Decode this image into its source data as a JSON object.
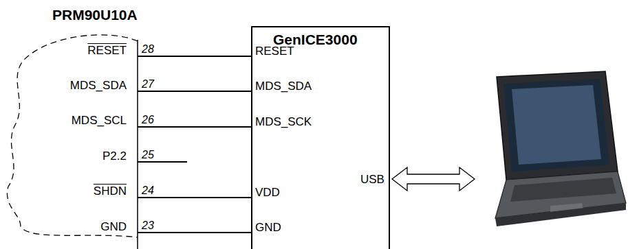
{
  "diagram": {
    "nodes": [
      {
        "text": [
          "PRM90U10A"
        ]
      },
      {
        "text": [
          "GenICE3000"
        ]
      }
    ],
    "edges": [
      {
        "from": 0,
        "to": 1,
        "arrow": "none"
      },
      {
        "from": 0,
        "to": 1,
        "arrow": "none"
      },
      {
        "from": 0,
        "to": 1,
        "arrow": "none"
      },
      {
        "from": 0,
        "to": 1,
        "arrow": "none"
      },
      {
        "from": 0,
        "to": 1,
        "arrow": "none"
      }
    ],
    "labels": [
      "RESET",
      "MDS_SDA",
      "MDS_SCL",
      "P2.2",
      "SHDN",
      "GND",
      "28",
      "27",
      "26",
      "25",
      "24",
      "23",
      "RESET",
      "MDS_SDA",
      "MDS_SCK",
      "VDD",
      "GND",
      "USB"
    ]
  }
}
